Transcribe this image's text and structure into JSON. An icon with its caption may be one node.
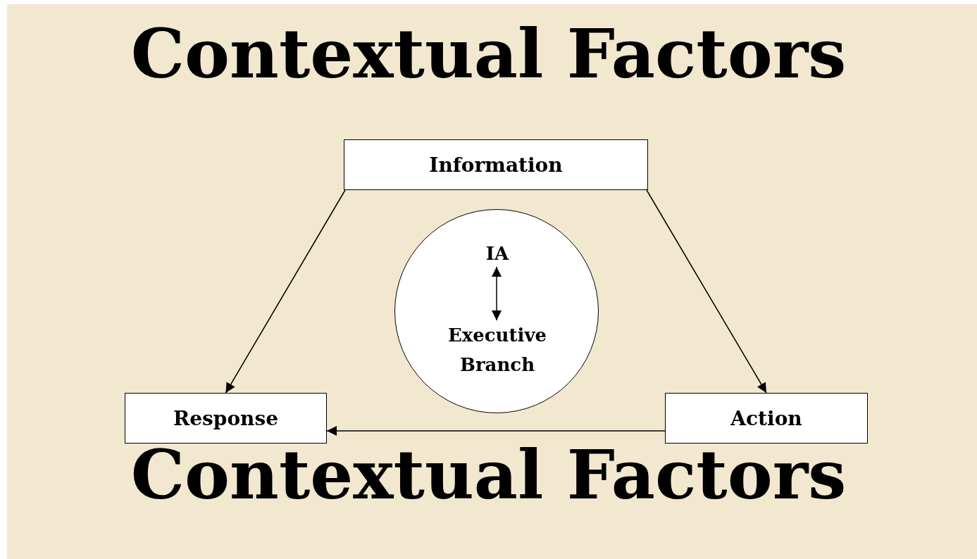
{
  "diagram": {
    "nodes": [
      {
        "text": [
          "Information"
        ]
      },
      {
        "text": [],
        "shape": "circle"
      },
      {
        "text": [
          "IA"
        ],
        "in": 1
      },
      {
        "text": [
          "Executive Branch"
        ],
        "in": 1
      },
      {
        "text": [
          "Response"
        ]
      },
      {
        "text": [
          "Action"
        ]
      }
    ],
    "edges": [
      {
        "from": 0,
        "to": 4,
        "arrow": "to"
      },
      {
        "from": 0,
        "to": 5,
        "arrow": "to"
      },
      {
        "from": 5,
        "to": 4,
        "arrow": "to"
      },
      {
        "from": 2,
        "to": 3,
        "arrow": "both"
      }
    ],
    "labels": [
      "Contextual Factors",
      "Contextual Factors"
    ]
  }
}
